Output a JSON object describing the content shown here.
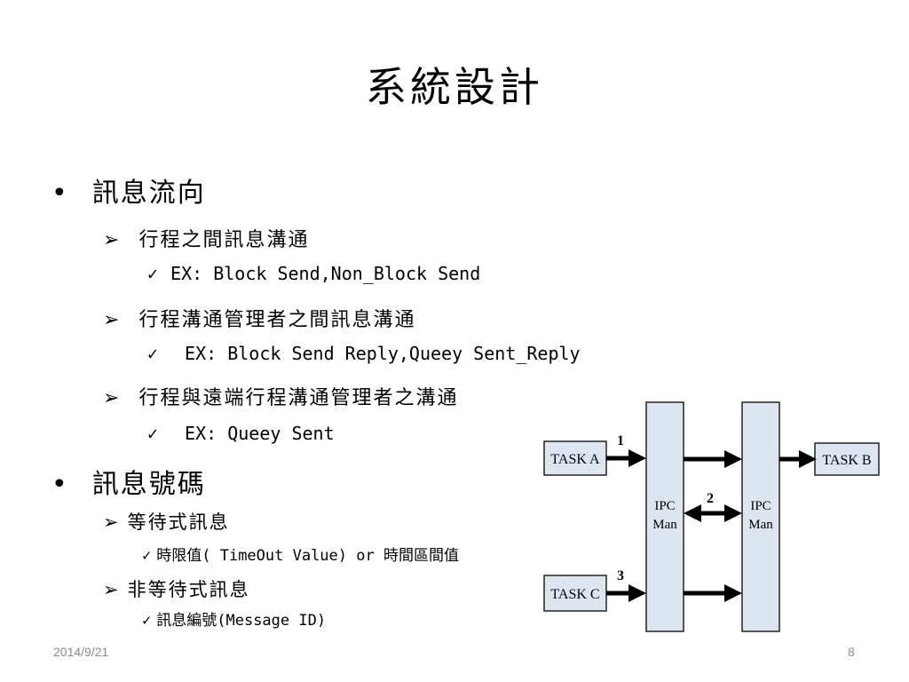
{
  "title": "系統設計",
  "sections": [
    {
      "label": "訊息流向",
      "items": [
        {
          "label": "行程之間訊息溝通",
          "sub": "EX: Block Send,Non_Block Send"
        },
        {
          "label": "行程溝通管理者之間訊息溝通",
          "sub": "EX: Block Send Reply,Queey Sent_Reply"
        },
        {
          "label": "行程與遠端行程溝通管理者之溝通",
          "sub": "EX: Queey Sent"
        }
      ]
    },
    {
      "label": "訊息號碼",
      "items": [
        {
          "label": "等待式訊息",
          "sub": "時限值( TimeOut Value) or 時間區間值"
        },
        {
          "label": "非等待式訊息",
          "sub": "訊息編號(Message ID)"
        }
      ]
    }
  ],
  "symbols": {
    "bullet": "•",
    "arrow": "➢",
    "check": "✓"
  },
  "diagram": {
    "task_a": "TASK A",
    "task_b": "TASK B",
    "task_c": "TASK C",
    "ipc_line1": "IPC",
    "ipc_line2": "Man",
    "num1": "1",
    "num2": "2",
    "num3": "3"
  },
  "footer": {
    "date": "2014/9/21",
    "page": "8"
  }
}
